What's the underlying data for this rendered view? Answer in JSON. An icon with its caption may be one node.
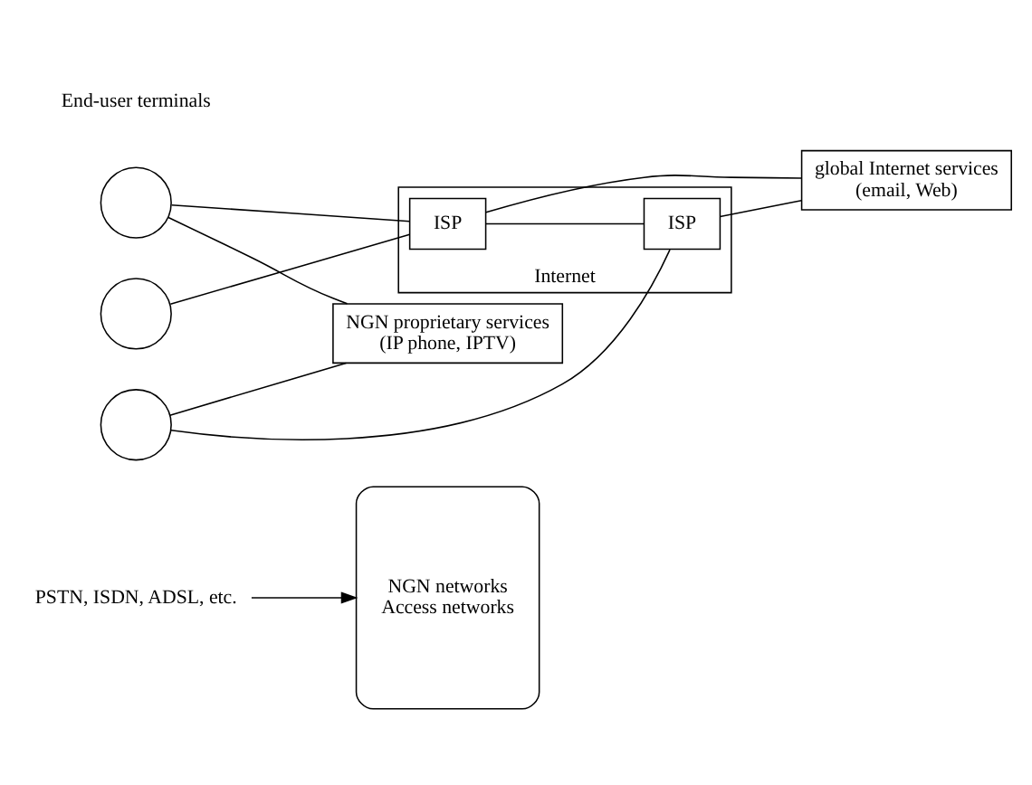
{
  "diagram": {
    "nodes": [
      {
        "text": [
          "PSTN, ISDN, ADSL, etc."
        ]
      },
      {
        "text": [
          "NGN networks",
          "Access networks"
        ]
      },
      {
        "text": [
          "Internet"
        ]
      },
      {
        "text": [
          "ISP"
        ],
        "in": 2
      },
      {
        "text": [
          "ISP"
        ],
        "in": 2
      },
      {
        "text": [],
        "shape": "circle"
      },
      {
        "text": [],
        "shape": "circle"
      },
      {
        "text": [],
        "shape": "circle"
      },
      {
        "text": [
          "NGN proprietary services",
          "(IP phone, IPTV)"
        ]
      },
      {
        "text": [
          "global Internet services",
          "(email, Web)"
        ]
      }
    ],
    "edges": [
      {
        "from": 0,
        "to": 1,
        "arrow": "to"
      },
      {
        "from": 5,
        "to": 3,
        "arrow": "none"
      },
      {
        "from": 5,
        "to": 8,
        "arrow": "none"
      },
      {
        "from": 6,
        "to": 3,
        "arrow": "none"
      },
      {
        "from": 7,
        "to": 4,
        "arrow": "none"
      },
      {
        "from": 7,
        "to": 8,
        "arrow": "none"
      },
      {
        "from": 3,
        "to": 4,
        "arrow": "none"
      },
      {
        "from": 3,
        "to": 9,
        "arrow": "none"
      },
      {
        "from": 4,
        "to": 9,
        "arrow": "none"
      }
    ],
    "labels": [
      "End-user terminals"
    ]
  }
}
